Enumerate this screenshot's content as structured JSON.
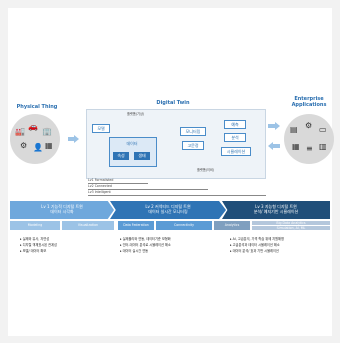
{
  "headers": {
    "physical": "Physical Thing",
    "digital": "Digital Twin",
    "enterprise_line1": "Enterprise",
    "enterprise_line2": "Applications"
  },
  "twin_boxes": {
    "model": "모델",
    "data": "데이터",
    "attribute": "속성",
    "state": "생태",
    "monitoring": "모니터링",
    "anomaly": "고문정",
    "predict": "예측",
    "analyze": "분석",
    "simulate": "시뮬레이션",
    "platform_top": "플랫폼(기상)",
    "platform_bottom": "플랫폼(이비)"
  },
  "levels": [
    "Lv1 Formalisted",
    "Lv2 Connected",
    "Lv3 Intelligent"
  ],
  "stages": [
    {
      "title": "Lv 1 기능적 디지털 트윈",
      "subtitle": "데이터 시각화"
    },
    {
      "title": "Lv 2 커넥티드 디지털 트윈",
      "subtitle": "데이터 실시간 모니터링"
    },
    {
      "title": "Lv 3 지능형 디지털 트윈",
      "subtitle": "분석/ 예지기반 시뮬레이션"
    }
  ],
  "substeps": [
    "Modeling",
    "Visualization",
    "Data Federation",
    "Connectivity",
    "Analytics",
    "Big Data Analytics",
    "Simulation, AI, ML"
  ],
  "bullets": {
    "col1": [
      "실제와 유사, 자연성",
      "디지털 객체표시된 관계성",
      "모델/ 데이터 확보"
    ],
    "col2": [
      "실제물리와 연동, 데이터기준 모형화",
      "인터-데이터 분석로 시뮬레이션 해소",
      "데이터 실시간 연동"
    ],
    "col3": [
      "AI, 고급분석, 가격 학습 위에 지원해명",
      "고급분석과 데이터 시뮬레이션 해소",
      "데이터 분석/ 효과 기반 시뮬레이션"
    ]
  },
  "colors": {
    "accent": "#2a6fb0",
    "stage1": "#6fa8dc",
    "stage2": "#2f74b5",
    "stage3": "#1f4e79",
    "arrow": "#9cc3e6"
  }
}
